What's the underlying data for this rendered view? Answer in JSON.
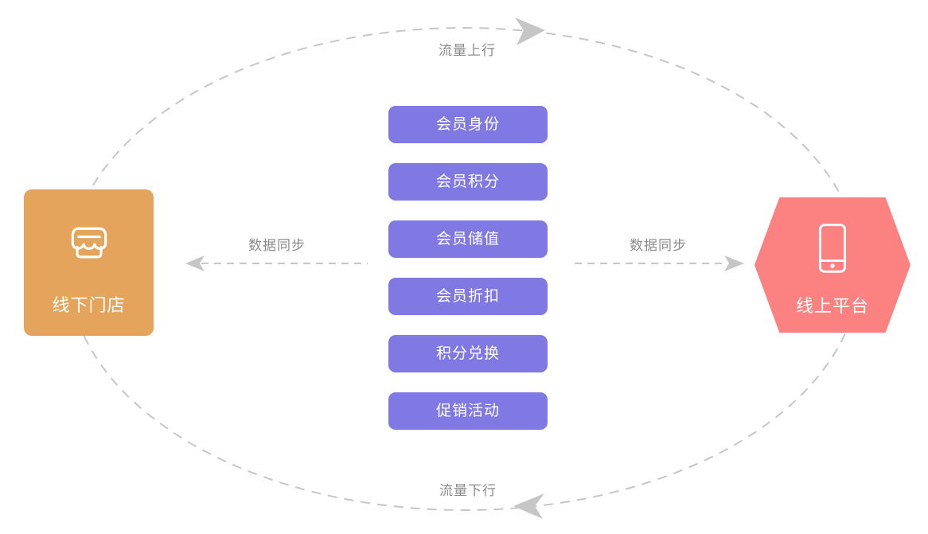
{
  "diagram": {
    "left_node": {
      "label": "线下门店",
      "icon": "storefront-icon"
    },
    "right_node": {
      "label": "线上平台",
      "icon": "smartphone-icon"
    },
    "center_items": [
      "会员身份",
      "会员积分",
      "会员储值",
      "会员折扣",
      "积分兑换",
      "促销活动"
    ],
    "sync": {
      "left_label": "数据同步",
      "right_label": "数据同步"
    },
    "flow": {
      "top_label": "流量上行",
      "bottom_label": "流量下行"
    },
    "palette": {
      "offline_node": "#E5A45C",
      "online_node": "#FC8181",
      "feature_pill": "#8179E3",
      "dashed_line": "#C6C6C6",
      "arrow_fill": "#C6C6C6",
      "label_text": "#8B8B8B",
      "node_text": "#FFFFFF"
    }
  }
}
